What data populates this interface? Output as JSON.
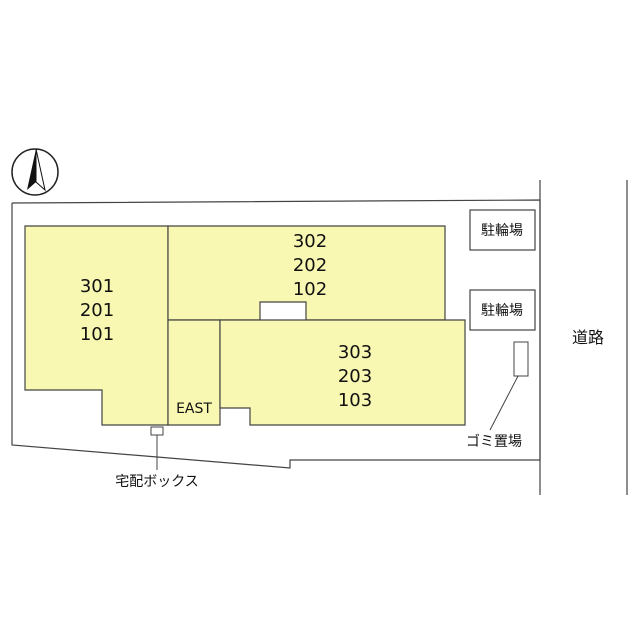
{
  "site_plan": {
    "units_west": [
      "301",
      "201",
      "101"
    ],
    "units_north": [
      "302",
      "202",
      "102"
    ],
    "units_southeast": [
      "303",
      "203",
      "103"
    ],
    "east_label": "EAST",
    "bicycle_parking_1": "駐輪場",
    "bicycle_parking_2": "駐輪場",
    "road_label": "道路",
    "garbage_label": "ゴミ置場",
    "delivery_box_label": "宅配ボックス",
    "north_icon": "north-arrow-icon"
  },
  "colors": {
    "building_fill": "#f8f8b2",
    "line": "#333333"
  }
}
